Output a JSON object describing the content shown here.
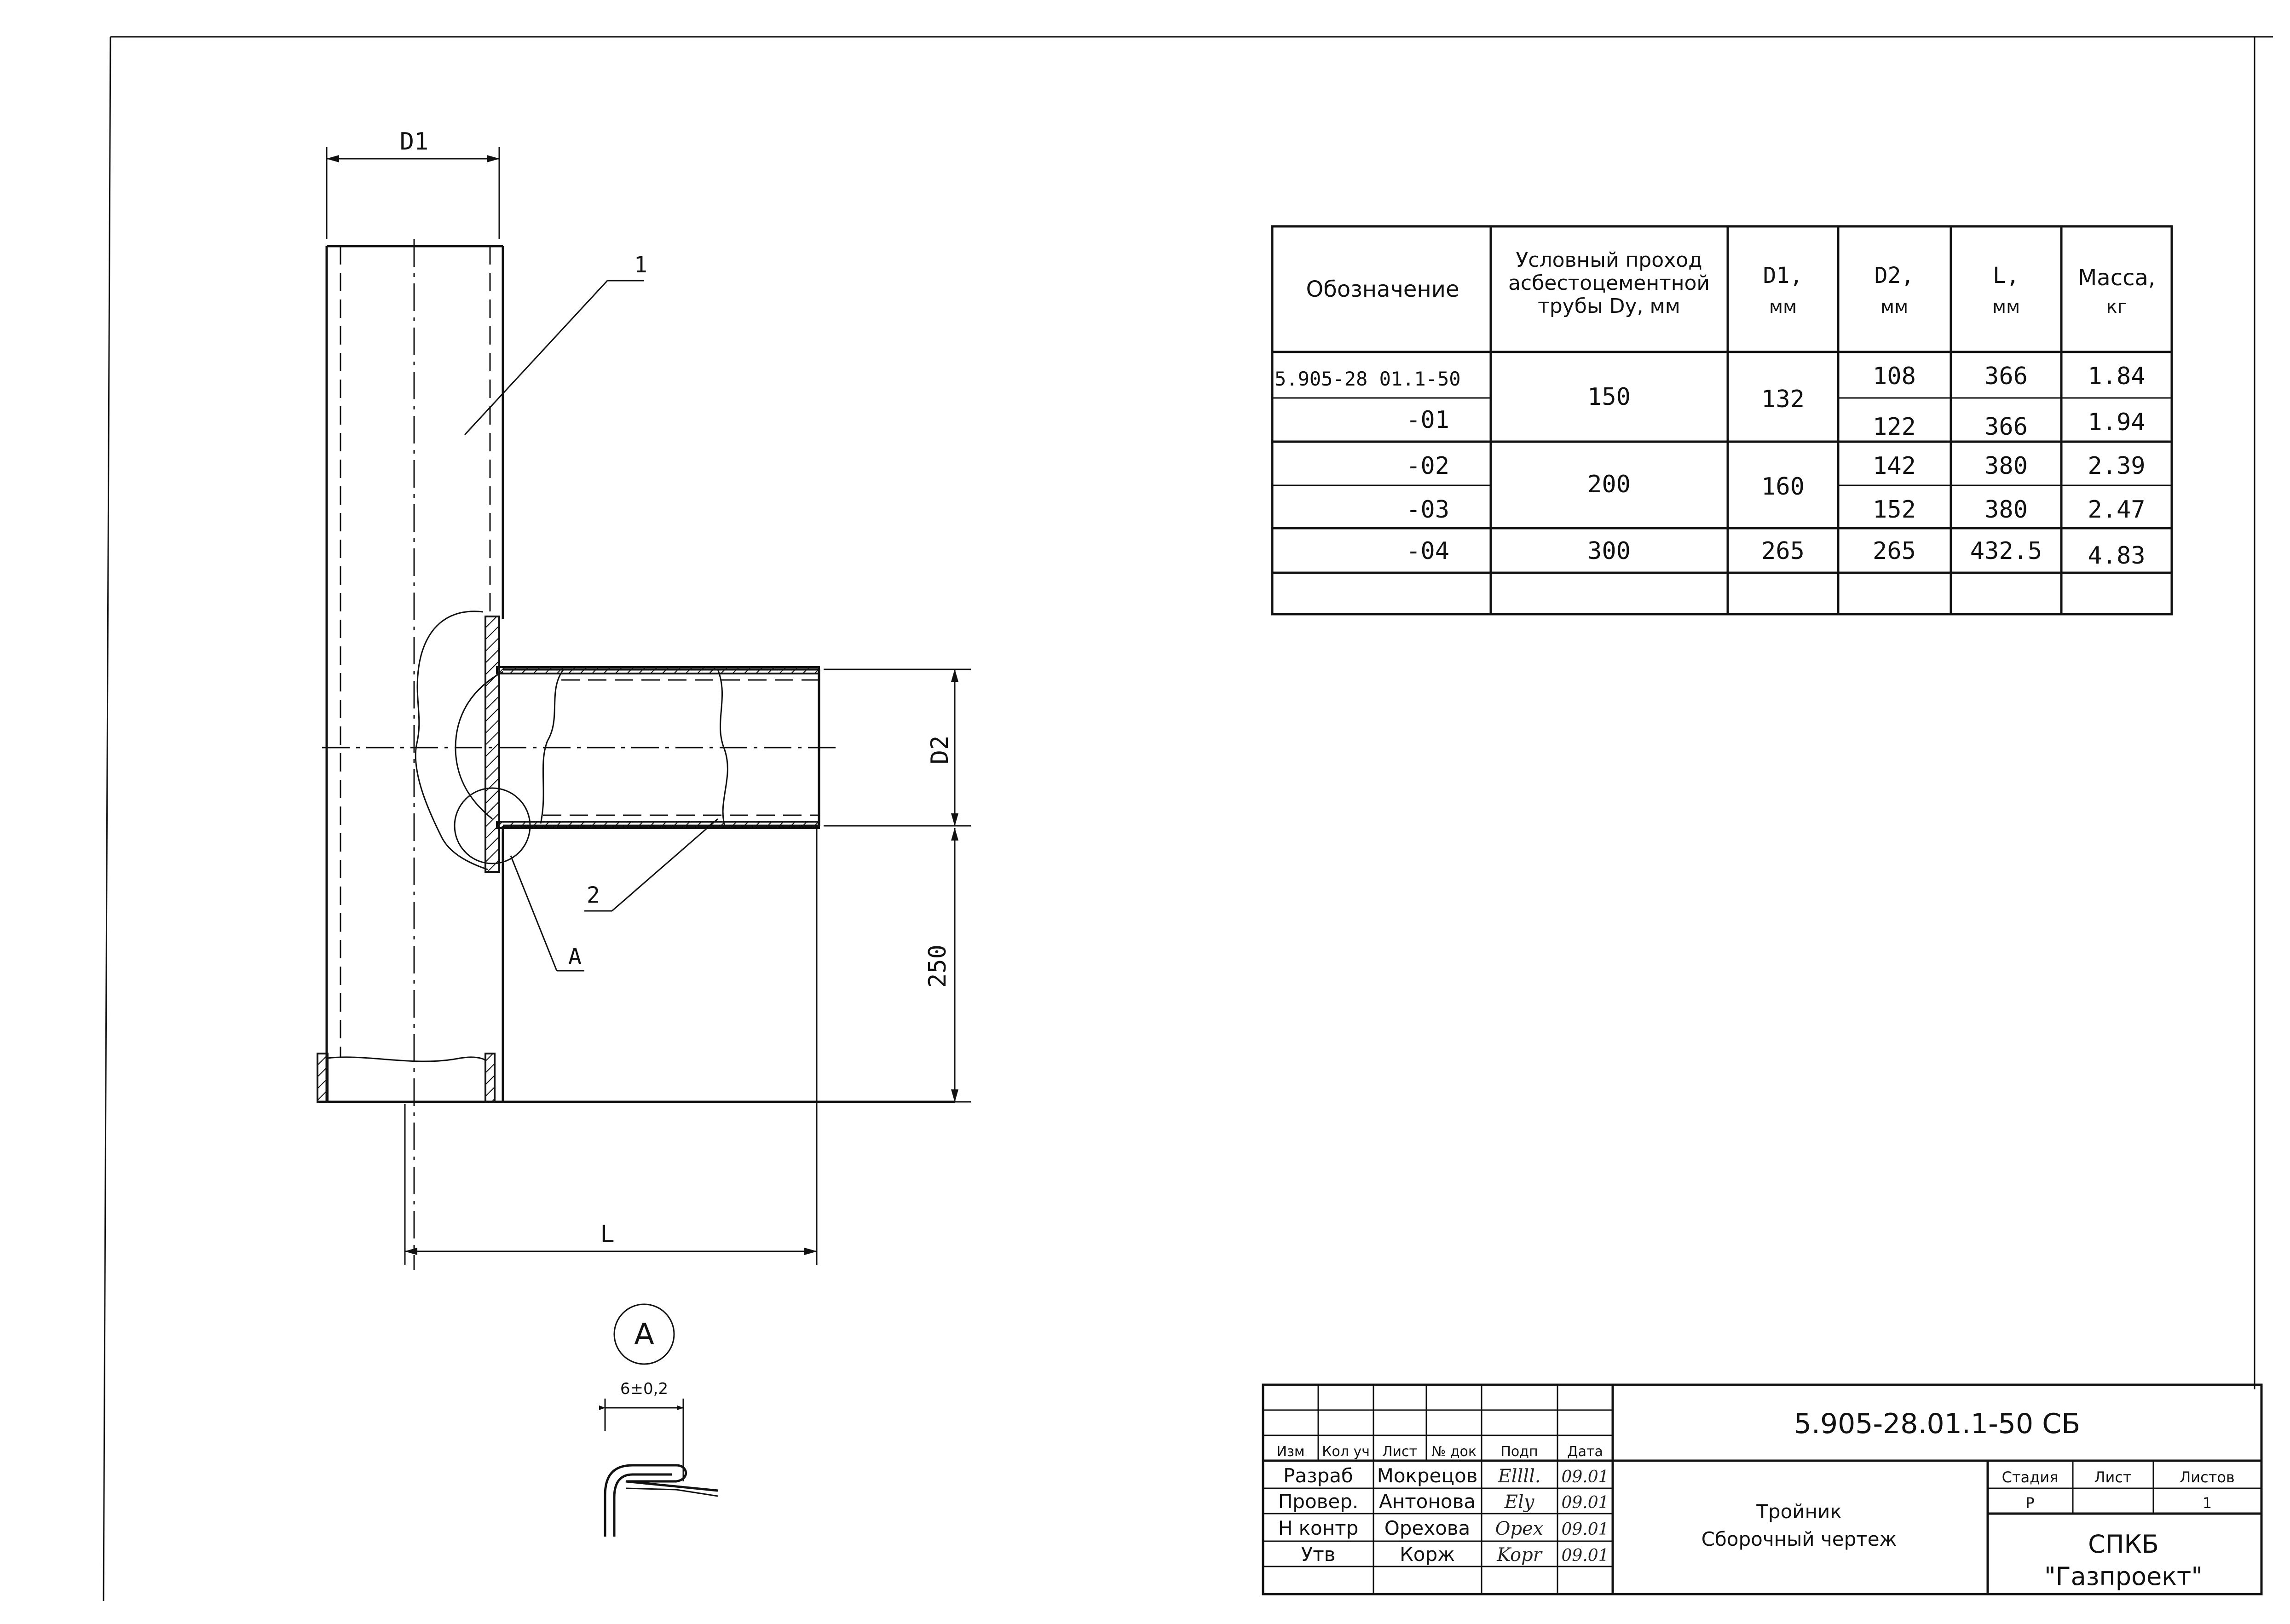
{
  "drawing": {
    "dim_d1": "D1",
    "dim_d2": "D2",
    "dim_250": "250",
    "dim_l": "L",
    "callout_1": "1",
    "callout_2": "2",
    "callout_a": "A",
    "detail_label": "A",
    "detail_dim": "6±0,2"
  },
  "table": {
    "headers": [
      "Обозначение",
      "Условный проход асбестоцементной трубы Dу, мм",
      "D1, мм",
      "D2, мм",
      "L, мм",
      "Масса, кг"
    ],
    "header_lines": {
      "col1": [
        "Обозначение"
      ],
      "col2": [
        "Условный проход",
        "асбестоцементной",
        "трубы  Dу, мм"
      ],
      "col3": [
        "D1,",
        "мм"
      ],
      "col4": [
        "D2,",
        "мм"
      ],
      "col5": [
        "L,",
        "мм"
      ],
      "col6": [
        "Масса,",
        "кг"
      ]
    },
    "rows": [
      {
        "designation": "5.905-28 01.1-50",
        "dy": "150",
        "d1": "132",
        "d2": "108",
        "l": "366",
        "mass": "1.84"
      },
      {
        "designation": "-01",
        "dy": "",
        "d1": "",
        "d2": "122",
        "l": "366",
        "mass": "1.94"
      },
      {
        "designation": "-02",
        "dy": "200",
        "d1": "160",
        "d2": "142",
        "l": "380",
        "mass": "2.39"
      },
      {
        "designation": "-03",
        "dy": "",
        "d1": "",
        "d2": "152",
        "l": "380",
        "mass": "2.47"
      },
      {
        "designation": "-04",
        "dy": "300",
        "d1": "265",
        "d2": "265",
        "l": "432.5",
        "mass": "4.83"
      }
    ]
  },
  "title_block": {
    "doc_number": "5.905-28.01.1-50 СБ",
    "col_headers": [
      "Изм",
      "Кол уч",
      "Лист",
      "№ док",
      "Подп",
      "Дата"
    ],
    "people": [
      {
        "role": "Разраб",
        "name": "Мокрецов",
        "sign": "Ellll.",
        "date": "09.01"
      },
      {
        "role": "Провер.",
        "name": "Антонова",
        "sign": "Ely",
        "date": "09.01"
      },
      {
        "role": "Н контр",
        "name": "Орехова",
        "sign": "Opex",
        "date": "09.01"
      },
      {
        "role": "Утв",
        "name": "Корж",
        "sign": "Kopr",
        "date": "09.01"
      }
    ],
    "title_line1": "Тройник",
    "title_line2": "Сборочный чертеж",
    "stage_label": "Стадия",
    "sheet_label": "Лист",
    "sheets_label": "Листов",
    "stage_value": "Р",
    "sheet_value": "",
    "sheets_value": "1",
    "org_line1": "СПКБ",
    "org_line2": "\"Газпроект\""
  }
}
